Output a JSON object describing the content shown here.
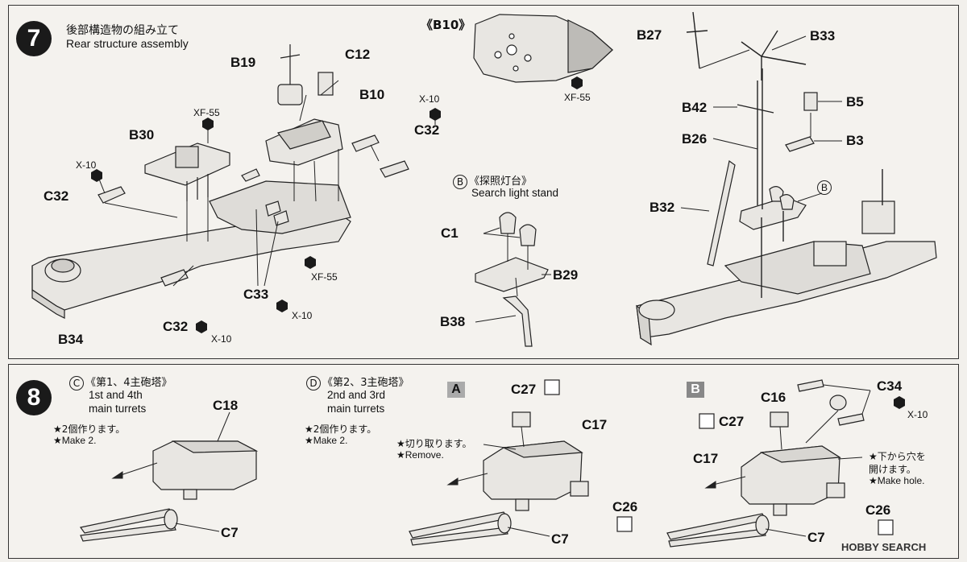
{
  "step7": {
    "number": "7",
    "title_jp": "後部構造物の組み立て",
    "title_en": "Rear structure assembly",
    "parts": {
      "b19": "B19",
      "c12": "C12",
      "b10": "B10",
      "xf55a": "XF-55",
      "x10a": "X-10",
      "c32a": "C32",
      "b30": "B30",
      "x10b": "X-10",
      "c32b": "C32",
      "b34": "B34",
      "c32c": "C32",
      "x10c": "X-10",
      "c33": "C33",
      "x10d": "X-10",
      "xf55b": "XF-55",
      "b10_ref": "《B10》",
      "xf55c": "XF-55",
      "b27": "B27",
      "b33": "B33",
      "b42": "B42",
      "b5": "B5",
      "b26": "B26",
      "b3": "B3",
      "b32": "B32",
      "b_ref": "B",
      "c1": "C1",
      "b29": "B29",
      "b38": "B38"
    },
    "searchlight": {
      "circle": "B",
      "title_jp": "《探照灯台》",
      "title_en": "Search light stand"
    }
  },
  "step8": {
    "number": "8",
    "turretC": {
      "circle": "C",
      "title_jp": "《第1、4主砲塔》",
      "line1": "1st and 4th",
      "line2": "main turrets",
      "note_jp": "★2個作ります。",
      "note_en": "★Make 2.",
      "c18": "C18",
      "c7": "C7"
    },
    "turretD": {
      "circle": "D",
      "title_jp": "《第2、3主砲塔》",
      "line1": "2nd and 3rd",
      "line2": "main turrets",
      "note_jp": "★2個作ります。",
      "note_en": "★Make 2."
    },
    "variantA": {
      "box": "A",
      "c27": "C27",
      "c17": "C17",
      "c26": "C26",
      "c7": "C7",
      "note_jp": "★切り取ります。",
      "note_en": "★Remove."
    },
    "variantB": {
      "box": "B",
      "c16": "C16",
      "c34": "C34",
      "x10": "X-10",
      "c27": "C27",
      "c17": "C17",
      "c26": "C26",
      "c7": "C7",
      "note_jp1": "★下から穴を",
      "note_jp2": "開けます。",
      "note_en": "★Make hole."
    }
  },
  "watermark": "HOBBY SEARCH",
  "colors": {
    "accent_box": "#999999",
    "paint_hex": "#1a1a1a"
  }
}
